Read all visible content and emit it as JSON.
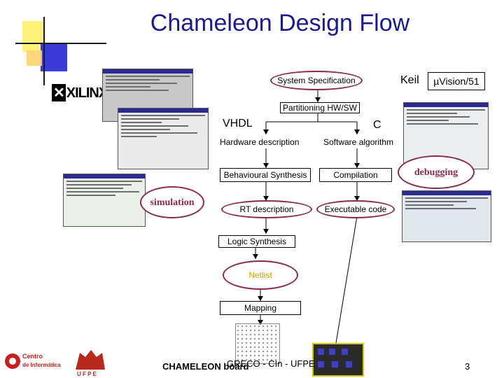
{
  "title": "Chameleon Design Flow",
  "logos": {
    "xilinx": "XILINX",
    "centro": "Centro de Informática",
    "ufpe": "UFPE"
  },
  "flow": {
    "system_spec": "System Specification",
    "keil": "Keil",
    "uvision": "µVision/51",
    "partitioning": "Partitioning HW/SW",
    "vhdl": "VHDL",
    "c": "C",
    "hw_desc": "Hardware description",
    "sw_alg": "Software algorithm",
    "behav_synth": "Behavioural Synthesis",
    "compilation": "Compilation",
    "debugging": "debugging",
    "simulation": "simulation",
    "rt_desc": "RT description",
    "exec_code": "Executable code",
    "logic_synth": "Logic Synthesis",
    "netlist": "Netlist",
    "mapping": "Mapping"
  },
  "footer": {
    "left": "CHAMELEON board",
    "middle": "GRECO - CIn - UFPE",
    "page": "3"
  },
  "colors": {
    "title": "#1a1a8c",
    "ellipse_border": "#8a2a4a",
    "netlist_text": "#c8a000"
  }
}
